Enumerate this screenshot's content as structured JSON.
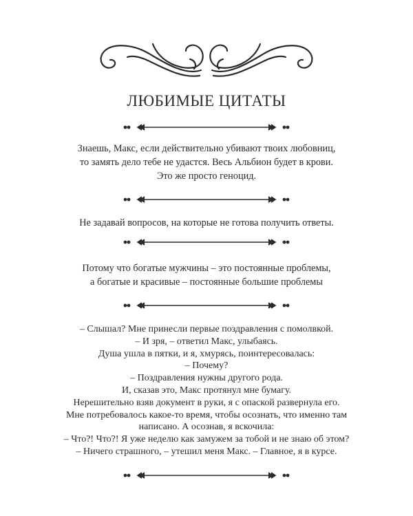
{
  "page": {
    "title": "ЛЮБИМЫЕ ЦИТАТЫ",
    "quotes": [
      {
        "lines": [
          "Знаешь, Макс, если действительно убивают твоих любовниц,",
          "то замять дело тебе не удастся. Весь Альбион будет в крови.",
          "Это же просто геноцид."
        ]
      },
      {
        "lines": [
          "Не задавай вопросов, на которые не готова получить ответы."
        ]
      },
      {
        "lines": [
          "Потому что богатые мужчины – это постоянные проблемы,",
          "а богатые и красивые – постоянные большие проблемы"
        ]
      },
      {
        "lines": [
          "– Слышал? Мне принесли первые поздравления с помолвкой.",
          "– И зря, – ответил Макс, улыбаясь.",
          "Душа ушла в пятки, и я, хмурясь, поинтересовалась:",
          "– Почему?",
          "– Поздравления нужны другого рода.",
          "И, сказав это, Макс протянул мне бумагу.",
          "Нерешительно взяв документ в руки, я с опаской развернула его.",
          "Мне потребовалось какое-то время, чтобы осознать, что именно там",
          "написано. А осознав, я вскочила:",
          "– Что?! Что?! Я уже неделю как замужем за тобой и не знаю об этом?",
          "– Ничего страшного, – утешил меня Макс. – Главное, я в курсе."
        ]
      }
    ],
    "ink_color": "#2a2a2a"
  }
}
